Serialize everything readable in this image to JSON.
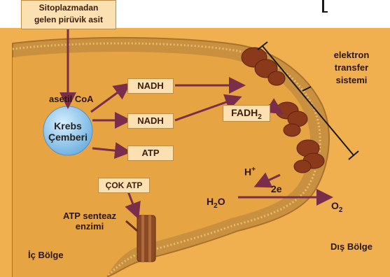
{
  "title": "",
  "labels": {
    "source": [
      "Sitoplazmadan",
      "gelen pirüvik asit"
    ],
    "acetyl": "asetil CoA",
    "krebs": [
      "Krebs",
      "Çemberi"
    ],
    "nadh1": "NADH",
    "nadh2": "NADH",
    "fadh": "FADH",
    "fadh_sub": "2",
    "atp": "ATP",
    "cok_atp": "ÇOK ATP",
    "synthase": [
      "ATP senteaz",
      "enzimi"
    ],
    "inner": "İç Bölge",
    "outer": "Dış Bölge",
    "ets": [
      "elektron",
      "transfer",
      "sistemi"
    ],
    "h_plus": "H",
    "h_plus_sup": "+",
    "two_e": "2e",
    "water": "H",
    "water_sub": "2",
    "water_o": "O",
    "oxygen": "O",
    "oxygen_sub": "2"
  },
  "colors": {
    "matrix": "#e7a442",
    "membrane": "#c9913f",
    "protein": "#8a3a1a",
    "krebs": "#8ec9f0",
    "arrow": "#7a2e4a",
    "tag_bg": "#fbe0b2"
  }
}
